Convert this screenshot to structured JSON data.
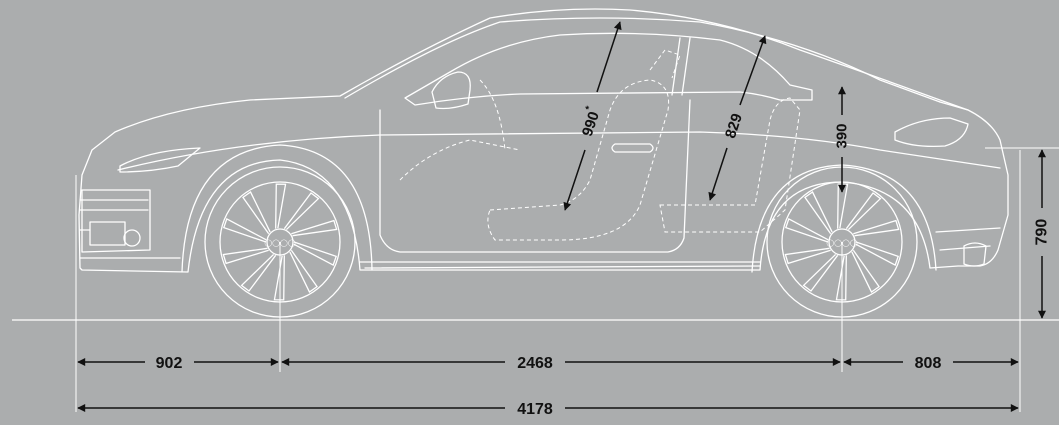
{
  "colors": {
    "background": "#abadae",
    "line_art": "#ffffff",
    "dimension_ink": "#111111"
  },
  "dimensions": {
    "front_overhang": "902",
    "wheelbase": "2468",
    "rear_overhang": "808",
    "overall_length": "4178",
    "rear_height": "790",
    "front_headroom": "990",
    "front_headroom_mark": "*",
    "rear_headroom": "829",
    "rear_legroom": "390"
  }
}
